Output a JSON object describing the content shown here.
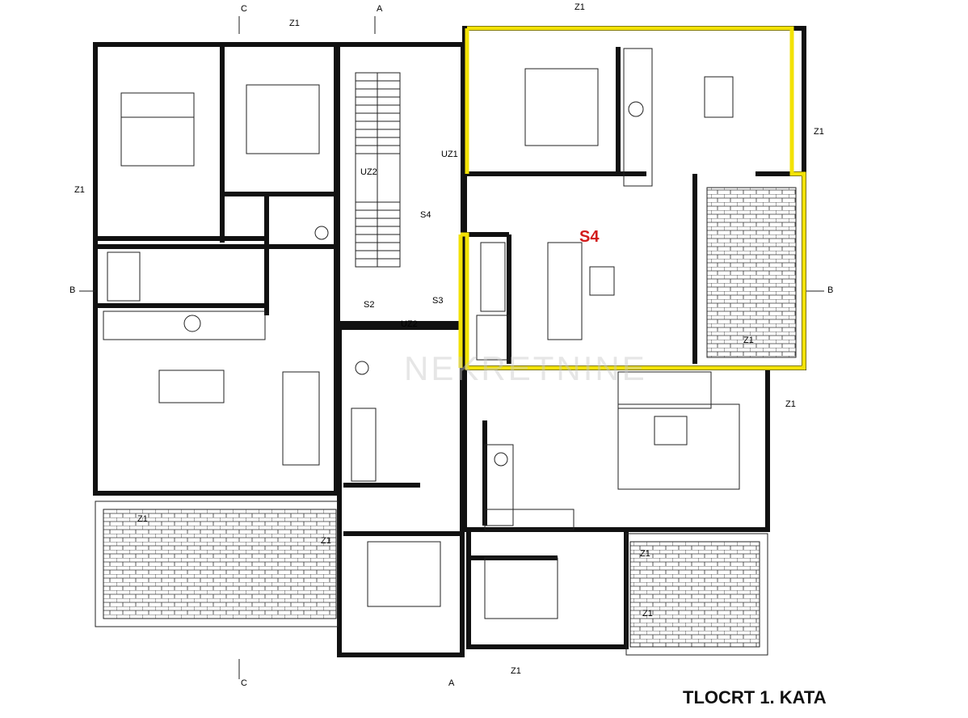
{
  "title": "TLOCRT 1. KATA",
  "highlight": {
    "label": "S4",
    "color": "#f2e205"
  },
  "labels": {
    "z1": "Z1",
    "uz1": "UZ1",
    "uz2": "UZ2",
    "s2": "S2",
    "s3": "S3",
    "s4": "S4",
    "a": "A",
    "b": "B",
    "c": "C"
  },
  "watermark": "NEKRETNINE",
  "colors": {
    "lines": "#111111",
    "accent_text": "#d21b1b"
  }
}
